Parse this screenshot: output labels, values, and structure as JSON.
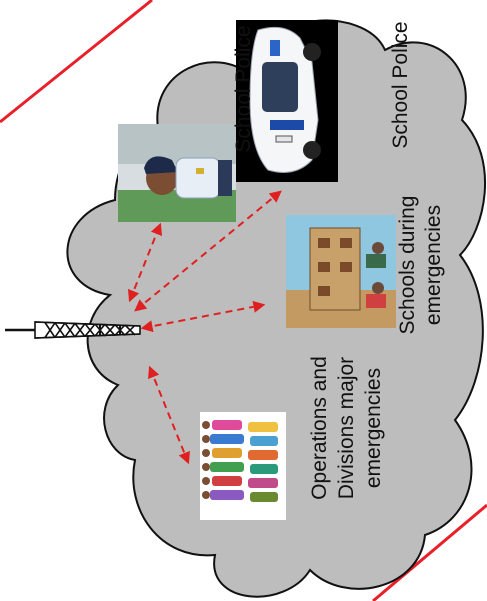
{
  "labels": {
    "police_1": "School Police",
    "police_2": "School Police",
    "schools_1": "Schools during",
    "schools_2": "emergencies",
    "ops_1": "Operations and",
    "ops_2": "Divisions major",
    "ops_3": "emergencies"
  },
  "colors": {
    "cloud_fill": "#bdbdbd",
    "cloud_stroke": "#111111",
    "corner_lines": "#e8202a",
    "arrows": "#e02020",
    "tower": "#111111"
  },
  "icons": [
    "radio-tower-icon",
    "police-officer-image",
    "police-car-image",
    "school-building-image",
    "crowd-people-image"
  ]
}
